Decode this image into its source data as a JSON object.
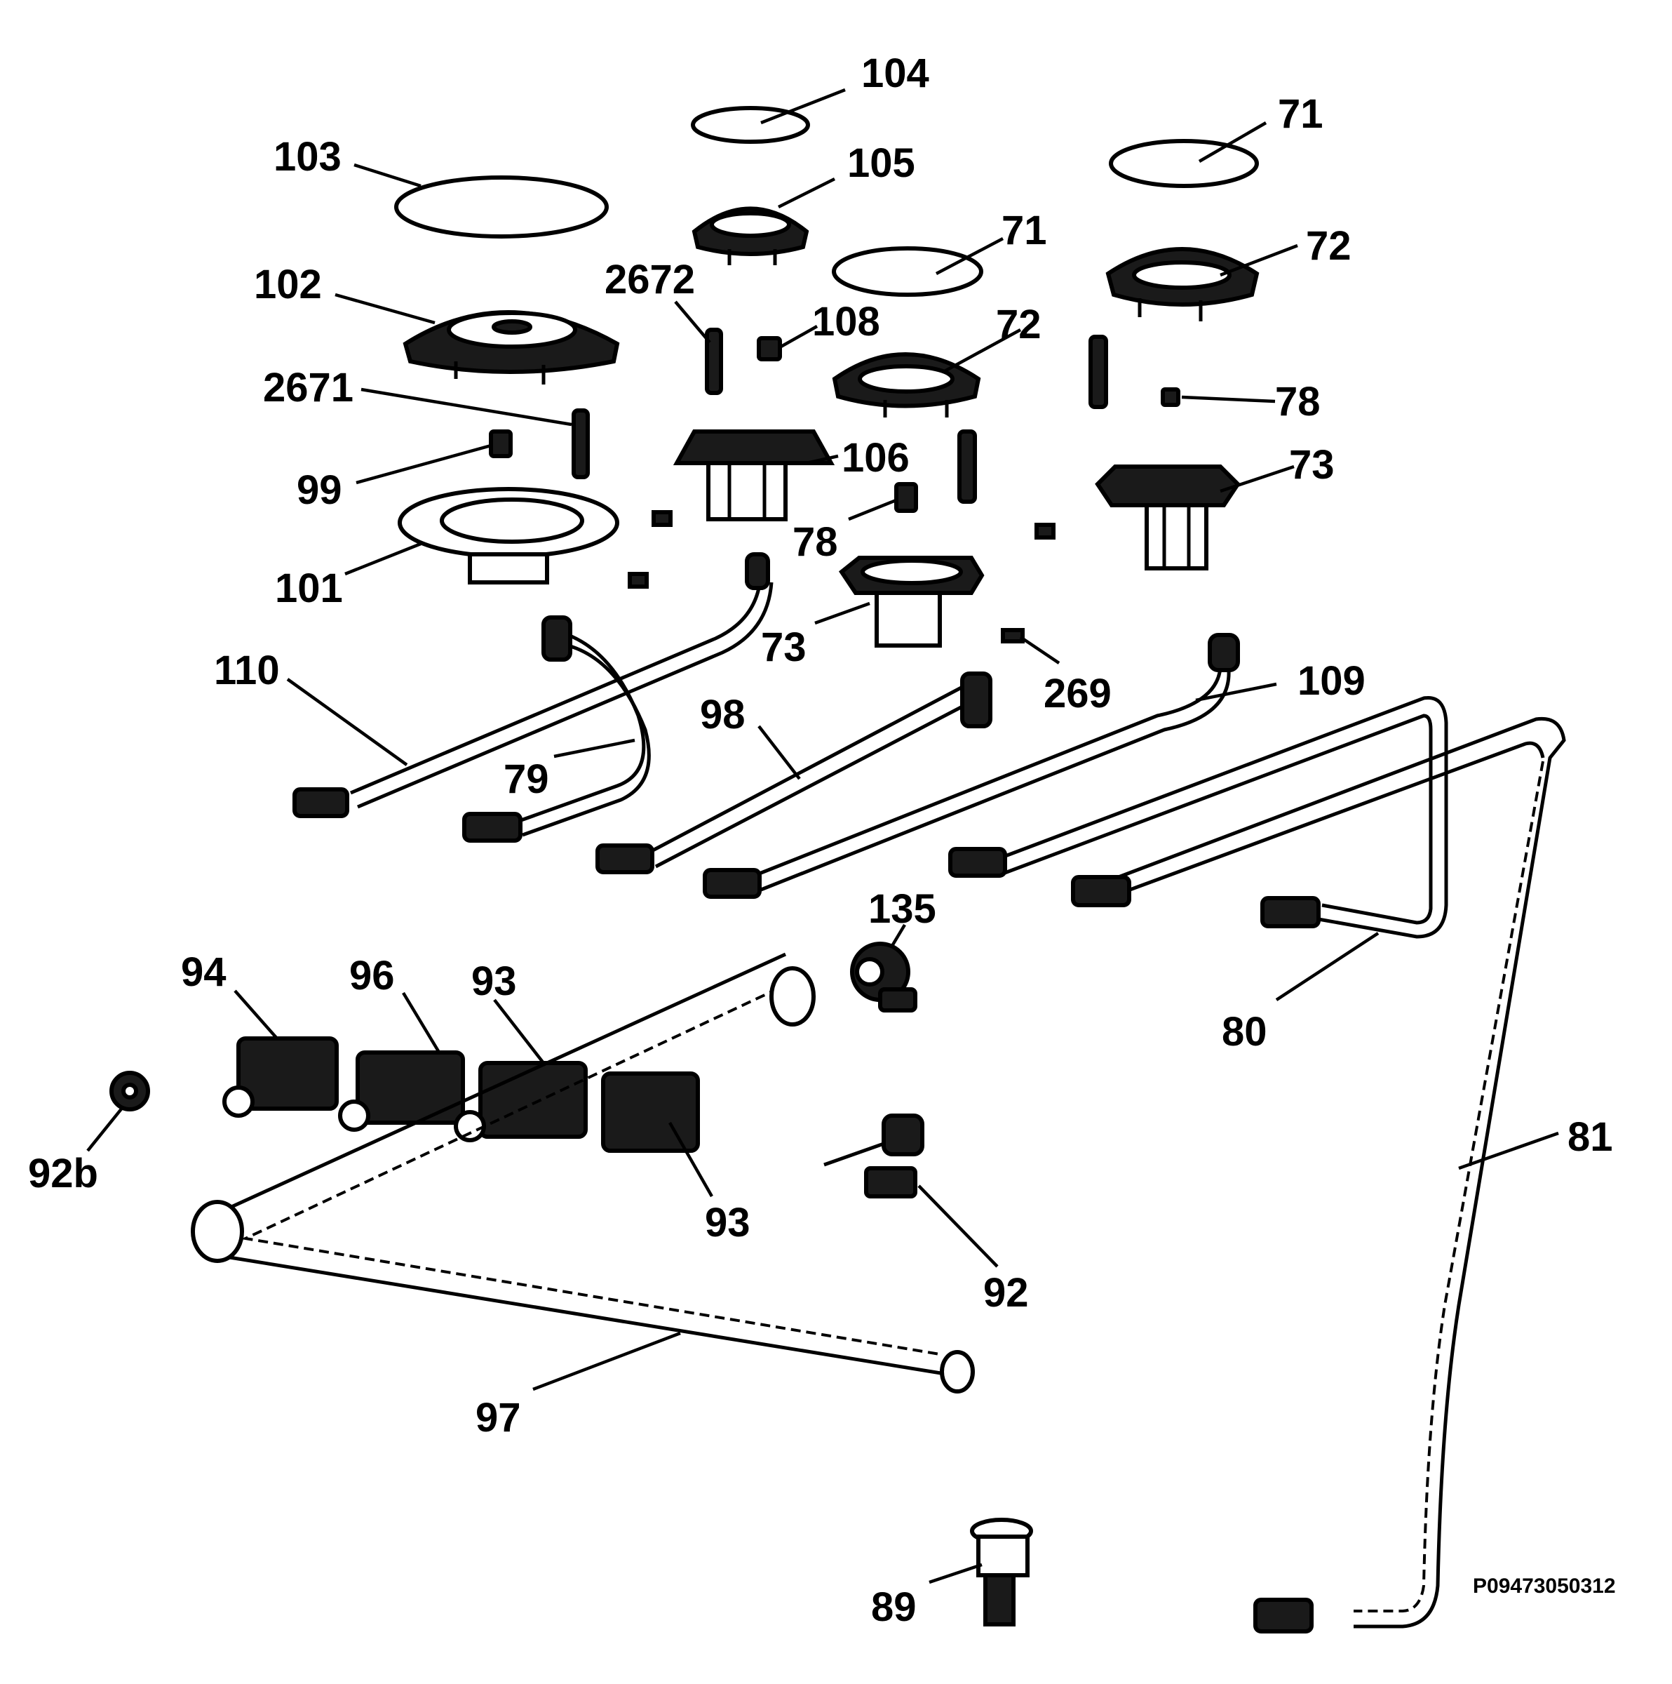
{
  "callouts": [
    {
      "key": "c104",
      "text": "104"
    },
    {
      "key": "c71a",
      "text": "71"
    },
    {
      "key": "c103",
      "text": "103"
    },
    {
      "key": "c105",
      "text": "105"
    },
    {
      "key": "c71b",
      "text": "71"
    },
    {
      "key": "c72a",
      "text": "72"
    },
    {
      "key": "c102",
      "text": "102"
    },
    {
      "key": "c2672",
      "text": "2672"
    },
    {
      "key": "c108",
      "text": "108"
    },
    {
      "key": "c72b",
      "text": "72"
    },
    {
      "key": "c2671",
      "text": "2671"
    },
    {
      "key": "c78a",
      "text": "78"
    },
    {
      "key": "c106",
      "text": "106"
    },
    {
      "key": "c73a",
      "text": "73"
    },
    {
      "key": "c99",
      "text": "99"
    },
    {
      "key": "c78b",
      "text": "78"
    },
    {
      "key": "c101",
      "text": "101"
    },
    {
      "key": "c73b",
      "text": "73"
    },
    {
      "key": "c269",
      "text": "269"
    },
    {
      "key": "c110",
      "text": "110"
    },
    {
      "key": "c109",
      "text": "109"
    },
    {
      "key": "c98",
      "text": "98"
    },
    {
      "key": "c79",
      "text": "79"
    },
    {
      "key": "c135",
      "text": "135"
    },
    {
      "key": "c80",
      "text": "80"
    },
    {
      "key": "c94",
      "text": "94"
    },
    {
      "key": "c96",
      "text": "96"
    },
    {
      "key": "c93a",
      "text": "93"
    },
    {
      "key": "c92b",
      "text": "92b"
    },
    {
      "key": "c81",
      "text": "81"
    },
    {
      "key": "c93b",
      "text": "93"
    },
    {
      "key": "c92",
      "text": "92"
    },
    {
      "key": "c97",
      "text": "97"
    },
    {
      "key": "c89",
      "text": "89"
    }
  ],
  "diagram_code": "P09473050312"
}
